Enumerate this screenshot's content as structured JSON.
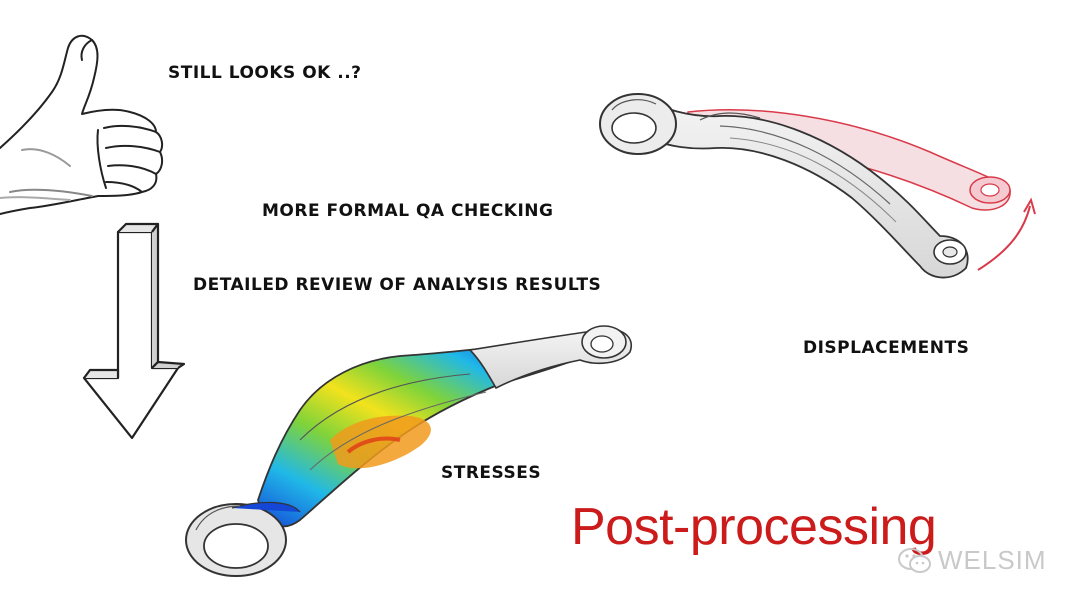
{
  "labels": {
    "still_ok": "STILL LOOKS OK ..?",
    "formal_qa": "MORE FORMAL QA CHECKING",
    "detailed_review": "DETAILED REVIEW OF ANALYSIS RESULTS",
    "displacements": "DISPLACEMENTS",
    "stresses": "STRESSES"
  },
  "title": "Post-processing",
  "watermark": {
    "text": "WELSIM",
    "icon": "wechat-icon"
  },
  "colors": {
    "title_red": "#cc1b1b",
    "displacement_red": "#d93a4a",
    "stress_blue": "#1447d6",
    "stress_cyan": "#20b8e8",
    "stress_green": "#7fd33a",
    "stress_yellow": "#f2e21d",
    "stress_orange": "#f19a1c",
    "stress_red": "#e03a16"
  }
}
